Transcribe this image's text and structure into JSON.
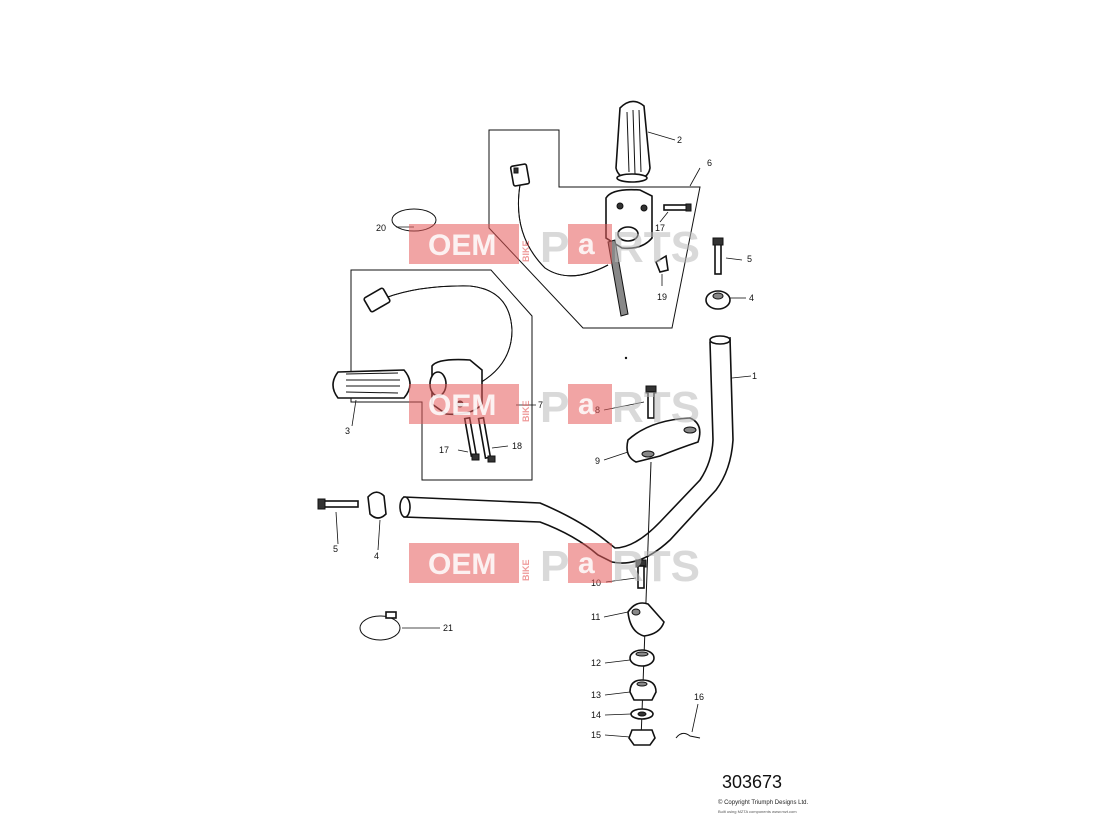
{
  "figure": {
    "number": "303673",
    "copyright": "© Copyright Triumph Designs Ltd.",
    "credit": "Built using MZTA components www.mzt.com"
  },
  "watermark": {
    "oem": "OEM",
    "bike": "BIKE",
    "parts_p": "P",
    "parts_a": "a",
    "parts_rts": "RTS"
  },
  "callouts": {
    "c1": "1",
    "c2": "2",
    "c3": "3",
    "c4a": "4",
    "c4b": "4",
    "c5a": "5",
    "c5b": "5",
    "c6": "6",
    "c7": "7",
    "c8": "8",
    "c9": "9",
    "c10": "10",
    "c11": "11",
    "c12": "12",
    "c13": "13",
    "c14": "14",
    "c15": "15",
    "c16": "16",
    "c17a": "17",
    "c17b": "17",
    "c18": "18",
    "c19": "19",
    "c20": "20",
    "c21": "21"
  }
}
